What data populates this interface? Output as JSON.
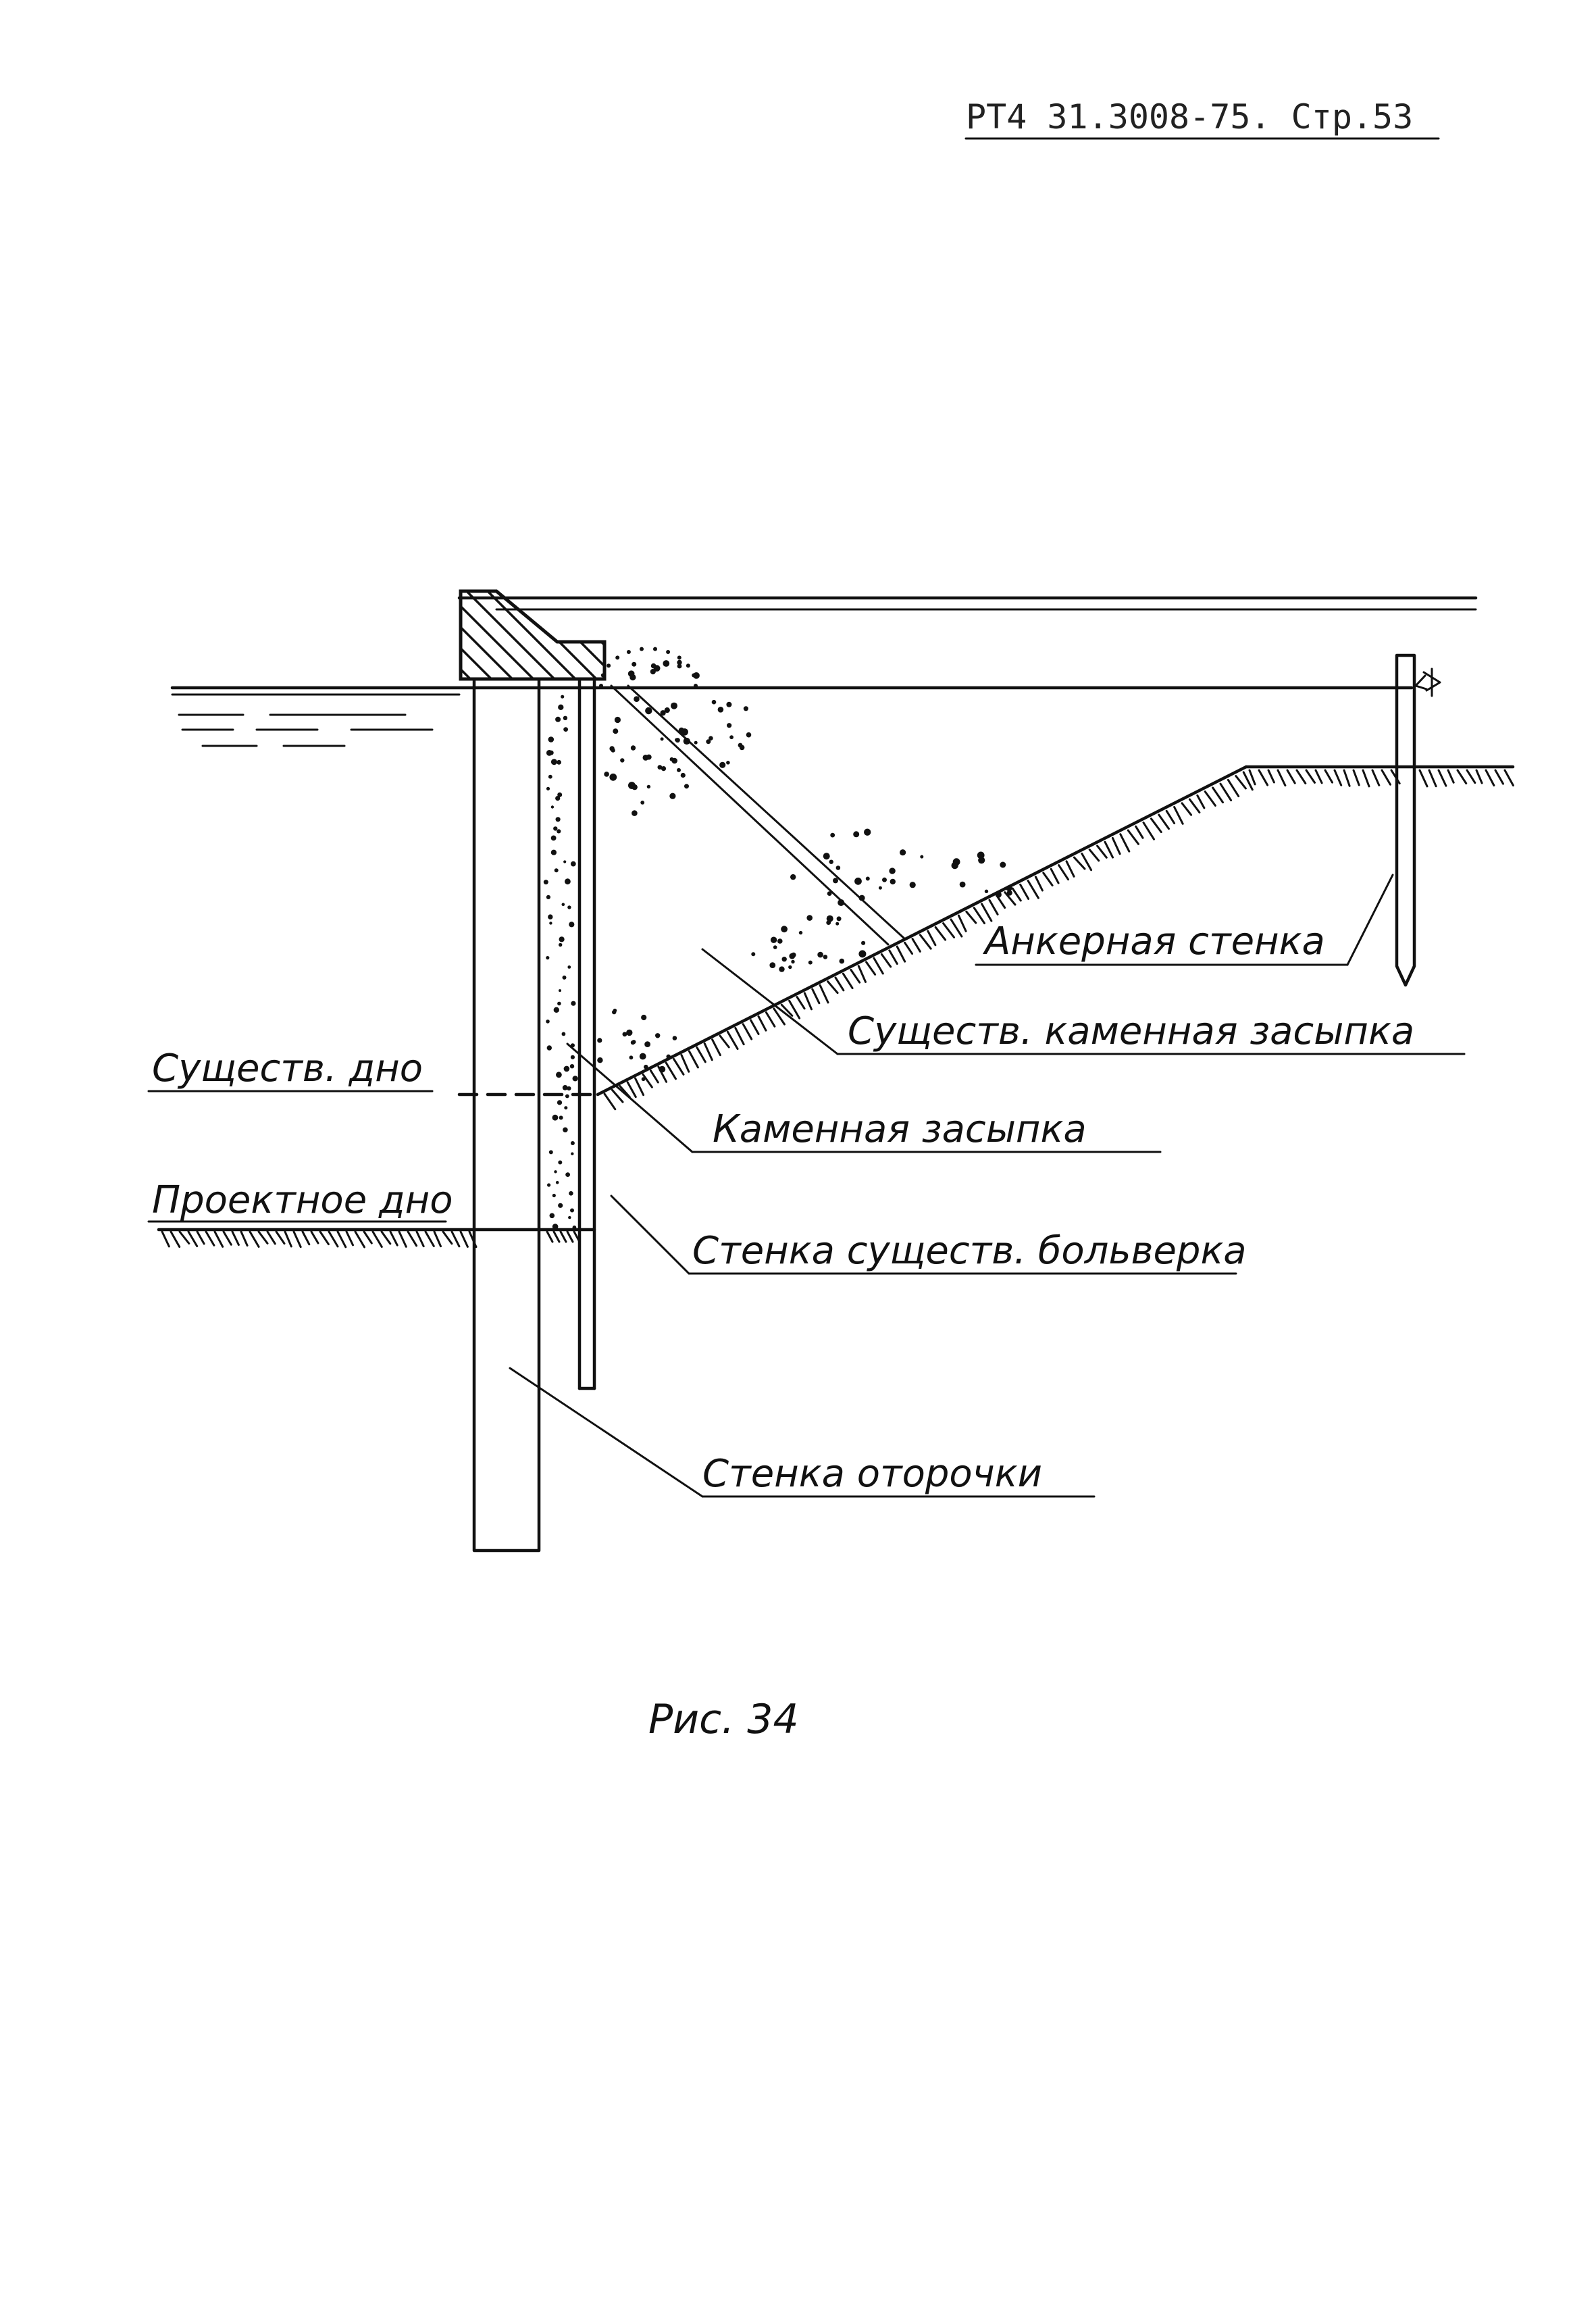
{
  "document": {
    "header_ref": "РТ4 31.3008-75. Стр.53",
    "figure_caption": "Рис. 34"
  },
  "labels": {
    "anchor_wall": "Анкерная стенка",
    "existing_stone_fill": "Существ. каменная засыпка",
    "existing_bottom": "Существ. дно",
    "stone_fill": "Каменная засыпка",
    "design_bottom": "Проектное дно",
    "existing_bulkhead_wall": "Стенка существ. больверка",
    "edging_wall": "Стенка оторочки"
  }
}
